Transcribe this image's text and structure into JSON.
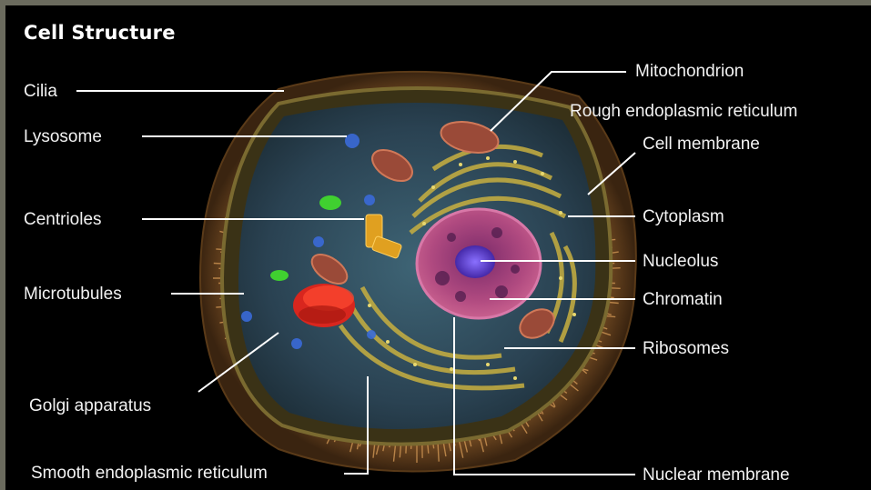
{
  "title": "Cell Structure",
  "labels": {
    "cilia": "Cilia",
    "lysosome": "Lysosome",
    "centrioles": "Centrioles",
    "microtubules": "Microtubules",
    "golgi": "Golgi apparatus",
    "smooth_er": "Smooth endoplasmic reticulum",
    "mitochondrion": "Mitochondrion",
    "rough_er": "Rough endoplasmic reticulum",
    "cell_membrane": "Cell membrane",
    "cytoplasm": "Cytoplasm",
    "nucleolus": "Nucleolus",
    "chromatin": "Chromatin",
    "ribosomes": "Ribosomes",
    "nuclear_membrane": "Nuclear membrane"
  },
  "colors": {
    "frame_border": "#6b6b5e",
    "background": "#000000",
    "text": "#f2f2f2",
    "cilia": "#a0703a",
    "cytoplasm": "#2e4a5c",
    "nucleus": "#b0487a",
    "nucleolus": "#5a3cc8",
    "golgi": "#d8261e",
    "rough_er": "#c8b040",
    "mitochondria": "#9a4a38",
    "lysosome": "#3a6ad8",
    "centriole": "#e0a020",
    "vesicle_green": "#40d030"
  }
}
